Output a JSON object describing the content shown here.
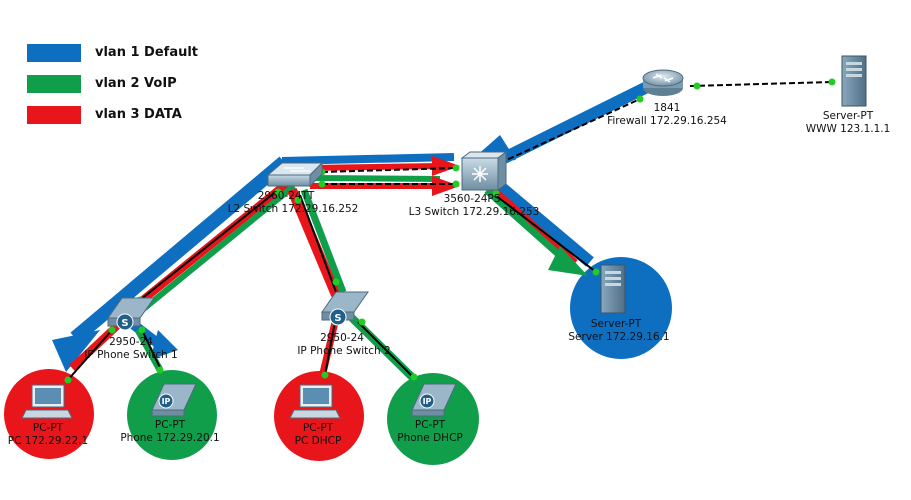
{
  "legend": [
    {
      "label": "vlan 1 Default",
      "color": "#0e6fc1"
    },
    {
      "label": "vlan 2 VoIP",
      "color": "#119e4a"
    },
    {
      "label": "vlan 3 DATA",
      "color": "#e8151b"
    }
  ],
  "devices": {
    "router": {
      "model": "1841",
      "name": "Firewall 172.29.16.254"
    },
    "www_server": {
      "model": "Server-PT",
      "name": "WWW 123.1.1.1"
    },
    "l3_switch": {
      "model": "3560-24PS",
      "name": "L3 Switch 172.29.16.253"
    },
    "l2_switch": {
      "model": "2960-24TT",
      "name": "L2 Switch 172.29.16.252"
    },
    "server": {
      "model": "Server-PT",
      "name": "Server 172.29.16.1"
    },
    "ip_phone_switch_1": {
      "model": "2950-24",
      "name": "IP Phone Switch 1"
    },
    "ip_phone_switch_2": {
      "model": "2950-24",
      "name": "IP Phone Switch 2"
    },
    "pc1": {
      "model": "PC-PT",
      "name": "PC 172.29.22.1"
    },
    "phone1": {
      "model": "PC-PT",
      "name": "Phone 172.29.20.1"
    },
    "pc_dhcp": {
      "model": "PC-PT",
      "name": "PC DHCP"
    },
    "phone_dhcp": {
      "model": "PC-PT",
      "name": "Phone DHCP"
    }
  },
  "colors": {
    "vlan1": "#0e6fc1",
    "vlan2": "#119e4a",
    "vlan3": "#e8151b",
    "port_up": "#22cc22"
  },
  "icons": {
    "router": "router-icon",
    "server": "server-icon",
    "switch": "switch-icon",
    "ip_phone": "ip-phone-icon",
    "pc": "pc-icon"
  }
}
